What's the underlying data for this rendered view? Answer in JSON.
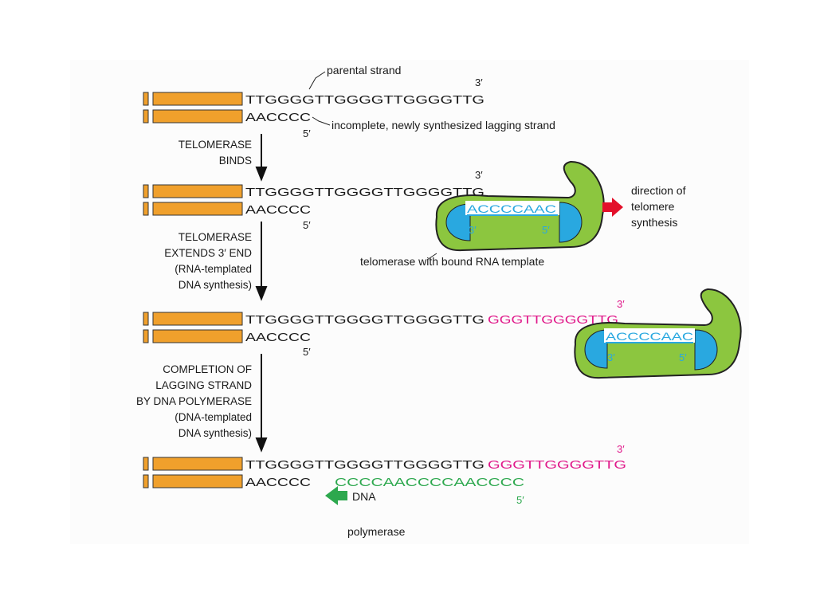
{
  "labels": {
    "parental_strand": "parental strand",
    "incomplete_lagging": "incomplete, newly synthesized lagging strand",
    "telomerase_with_template": "telomerase with bound RNA template",
    "direction_line1": "direction of",
    "direction_line2": "telomere",
    "direction_line3": "synthesis",
    "dna_polymerase_line1": "DNA",
    "dna_polymerase_line2": "polymerase"
  },
  "steps": [
    {
      "line1": "TELOMERASE",
      "line2": "BINDS"
    },
    {
      "line1": "TELOMERASE",
      "line2": "EXTENDS 3′ END",
      "line3": "(RNA-templated",
      "line4": "DNA synthesis)"
    },
    {
      "line1": "COMPLETION OF",
      "line2": "LAGGING STRAND",
      "line3": "BY DNA POLYMERASE",
      "line4": "(DNA-templated",
      "line5": "DNA synthesis)"
    }
  ],
  "sequences": {
    "top_parental": "TTGGGGTTGGGGTTGGGGTTG",
    "extension": "GGGTTGGGGTTG",
    "lagging_short": "AACCCC",
    "lagging_short_first": "AACCCC",
    "rna_template": "ACCCCAAC",
    "new_lagging": "CCCCAACCCCAACCCC"
  },
  "ends": {
    "three_prime": "3′",
    "five_prime": "5′"
  },
  "colors": {
    "duplex": "#f0a02c",
    "telomerase": "#8cc63f",
    "rna_template": "#29a8e0",
    "extension": "#e0198a",
    "new_lagging": "#2da84e",
    "direction_arrow": "#e3102a",
    "polymerase_arrow": "#2da84e"
  }
}
